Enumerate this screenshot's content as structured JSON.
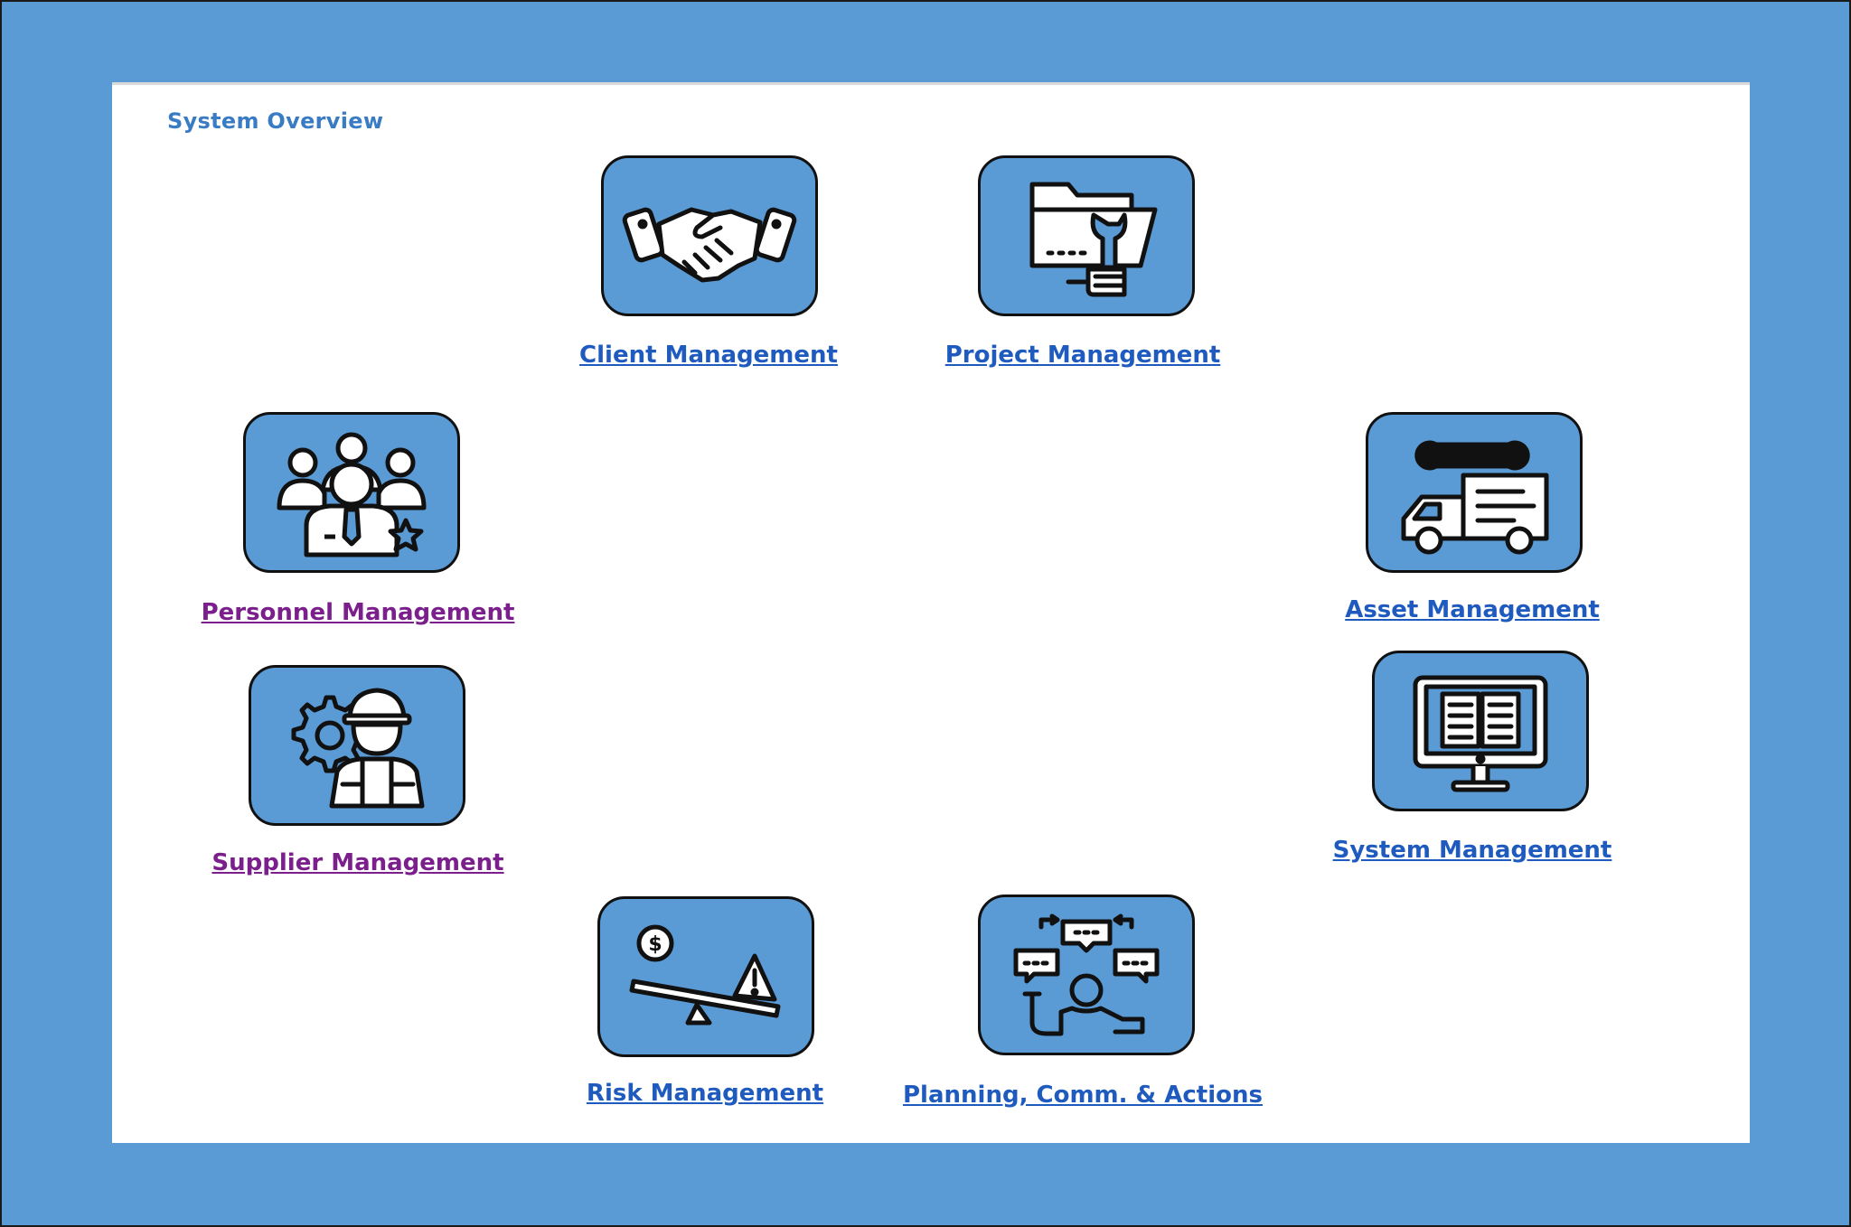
{
  "panel": {
    "title": "System Overview"
  },
  "modules": {
    "client": {
      "label": "Client Management",
      "icon": "handshake-icon"
    },
    "project": {
      "label": "Project Management",
      "icon": "folder-wrench-icon"
    },
    "personnel": {
      "label": "Personnel Management",
      "icon": "team-people-icon"
    },
    "asset": {
      "label": "Asset Management",
      "icon": "truck-wrench-icon"
    },
    "supplier": {
      "label": "Supplier Management",
      "icon": "worker-gear-icon"
    },
    "system": {
      "label": "System Management",
      "icon": "monitor-book-icon"
    },
    "risk": {
      "label": "Risk Management",
      "icon": "balance-risk-icon"
    },
    "planning": {
      "label": "Planning, Comm. & Actions",
      "icon": "communication-icon"
    }
  },
  "colors": {
    "frame": "#5b9bd5",
    "tile": "#5b9bd5",
    "link": "#1f5bbf",
    "link_visited": "#7b1f8c",
    "title": "#3a7cc4"
  }
}
